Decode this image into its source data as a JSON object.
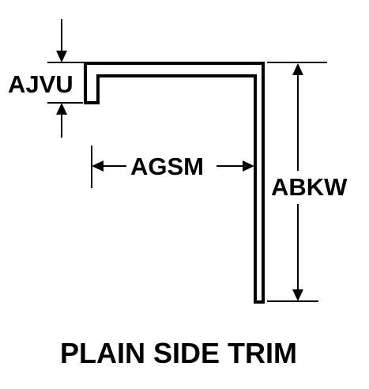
{
  "diagram": {
    "labels": {
      "thickness": "AJVU",
      "width": "AGSM",
      "height": "ABKW"
    },
    "caption": "PLAIN SIDE TRIM"
  }
}
